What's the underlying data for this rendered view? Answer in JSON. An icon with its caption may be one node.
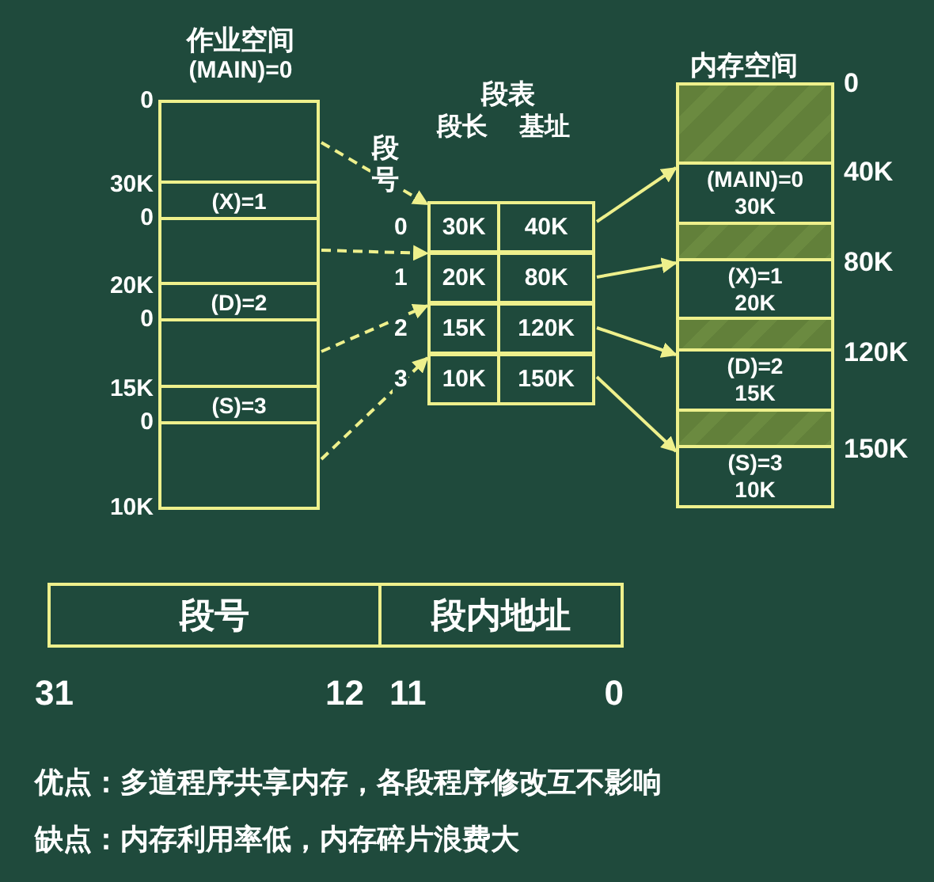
{
  "diagram": {
    "nodes": [
      {
        "text": [
          "作业空间",
          "(MAIN)=0"
        ]
      },
      {
        "text": [],
        "shape": "box",
        "in": 0
      },
      {
        "text": [
          "(X)=1"
        ],
        "in": 0
      },
      {
        "text": [],
        "shape": "box",
        "in": 0
      },
      {
        "text": [
          "(D)=2"
        ],
        "in": 0
      },
      {
        "text": [],
        "shape": "box",
        "in": 0
      },
      {
        "text": [
          "(S)=3"
        ],
        "in": 0
      },
      {
        "text": [],
        "shape": "box",
        "in": 0
      },
      {
        "text": [
          "段表",
          "段长",
          "基址"
        ]
      },
      {
        "text": [
          "30K",
          "40K"
        ],
        "in": 8
      },
      {
        "text": [
          "20K",
          "80K"
        ],
        "in": 8
      },
      {
        "text": [
          "15K",
          "120K"
        ],
        "in": 8
      },
      {
        "text": [
          "10K",
          "150K"
        ],
        "in": 8
      },
      {
        "text": [
          "内存空间"
        ]
      },
      {
        "text": [],
        "shape": "box",
        "in": 13
      },
      {
        "text": [
          "(MAIN)=0",
          "30K"
        ],
        "in": 13
      },
      {
        "text": [],
        "shape": "box",
        "in": 13
      },
      {
        "text": [
          "(X)=1",
          "20K"
        ],
        "in": 13
      },
      {
        "text": [],
        "shape": "box",
        "in": 13
      },
      {
        "text": [
          "(D)=2",
          "15K"
        ],
        "in": 13
      },
      {
        "text": [],
        "shape": "box",
        "in": 13
      },
      {
        "text": [
          "(S)=3",
          "10K"
        ],
        "in": 13
      },
      {
        "text": [
          "段号"
        ]
      },
      {
        "text": [
          "段内地址"
        ]
      }
    ],
    "edges": [
      {
        "from": 1,
        "to": 9,
        "arrow": "to",
        "style": "dashed"
      },
      {
        "from": 3,
        "to": 10,
        "arrow": "to",
        "style": "dashed"
      },
      {
        "from": 5,
        "to": 11,
        "arrow": "to",
        "style": "dashed"
      },
      {
        "from": 7,
        "to": 12,
        "arrow": "to",
        "style": "dashed"
      },
      {
        "from": 9,
        "to": 15,
        "arrow": "to"
      },
      {
        "from": 10,
        "to": 17,
        "arrow": "to"
      },
      {
        "from": 11,
        "to": 19,
        "arrow": "to"
      },
      {
        "from": 12,
        "to": 21,
        "arrow": "to"
      }
    ],
    "labels": [
      "0",
      "30K",
      "0",
      "20K",
      "0",
      "15K",
      "0",
      "10K",
      "段号",
      "0",
      "1",
      "2",
      "3",
      "0",
      "40K",
      "80K",
      "120K",
      "150K",
      "31",
      "12",
      "11",
      "0",
      "优点：多道程序共享内存，各段程序修改互不影响",
      "缺点：内存利用率低，内存碎片浪费大"
    ]
  }
}
